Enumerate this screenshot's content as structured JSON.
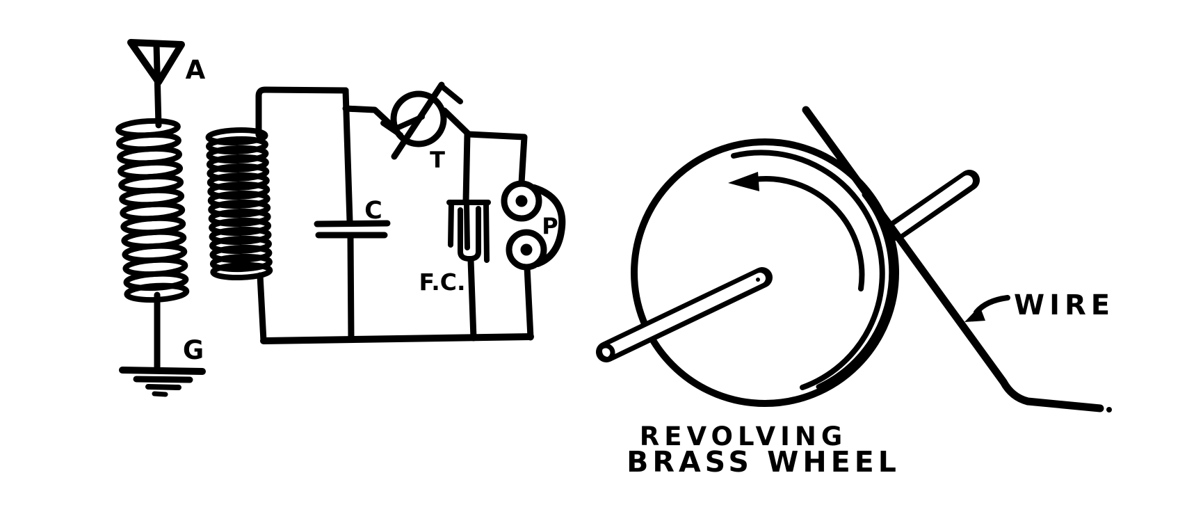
{
  "labels": {
    "antenna": "A",
    "ground": "G",
    "capacitor": "C",
    "tuning_condenser": "T",
    "fixed_condenser": "F.C.",
    "phones": "P",
    "wire": "WIRE",
    "caption_line1": "REVOLVING",
    "caption_line2": "BRASS WHEEL"
  },
  "colors": {
    "ink": "#000000",
    "paper": "#ffffff"
  }
}
